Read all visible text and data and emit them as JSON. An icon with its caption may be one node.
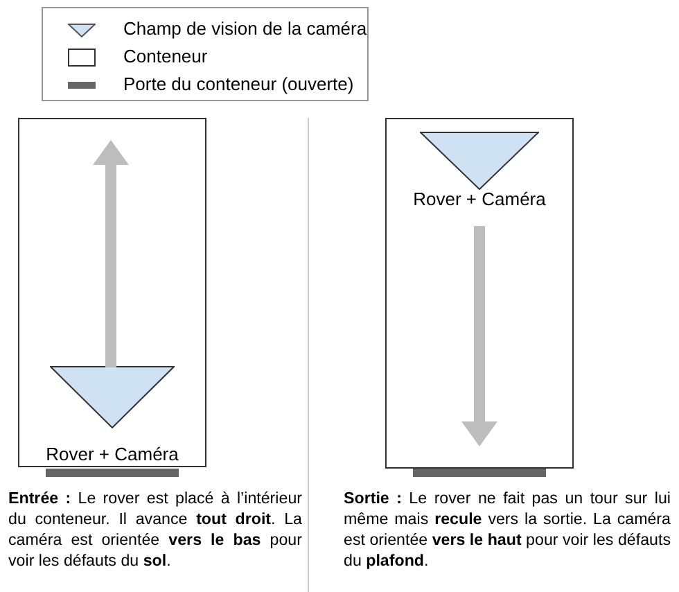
{
  "diagram": {
    "nodes": [
      {
        "text": [],
        "shape": "box"
      },
      {
        "text": [
          "Rover + Caméra"
        ],
        "in": 0
      },
      {
        "text": [],
        "shape": "box"
      },
      {
        "text": [
          "Rover + Caméra"
        ],
        "in": 2
      }
    ],
    "edges": [],
    "labels": [
      "**Entrée :** Le rover est placé à l’intérieur du conteneur. Il avance **tout droit**. La caméra est orientée **vers le bas** pour voir les défauts du **sol**.",
      "**Sortie :** Le rover ne fait pas un tour sur lui même mais **recule** vers la sortie. La caméra est orientée **vers le haut** pour voir les défauts du **plafond**."
    ],
    "legend": [
      {
        "text": "Champ de vision de la caméra"
      },
      {
        "text": "Conteneur"
      },
      {
        "text": "Porte du conteneur (ouverte)",
        "color": "#666666"
      }
    ]
  }
}
